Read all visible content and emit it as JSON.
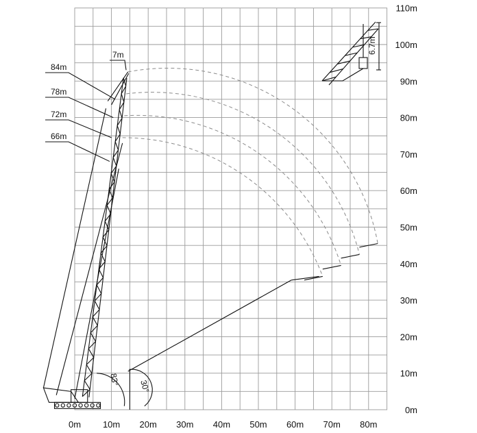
{
  "chart_data": {
    "type": "diagram",
    "x_ticks": [
      "0m",
      "10m",
      "20m",
      "30m",
      "40m",
      "50m",
      "60m",
      "70m",
      "80m"
    ],
    "y_ticks": [
      "0m",
      "10m",
      "20m",
      "30m",
      "40m",
      "50m",
      "60m",
      "70m",
      "80m",
      "90m",
      "100m",
      "110m"
    ],
    "xlim": [
      0,
      85
    ],
    "ylim": [
      0,
      110
    ],
    "grid": true,
    "boom_lengths": [
      {
        "label": "84m"
      },
      {
        "label": "78m"
      },
      {
        "label": "72m"
      },
      {
        "label": "66m"
      }
    ],
    "jib_label": "7m",
    "main_boom_angle_label": "83°",
    "jib_offset_angle_label": "30°",
    "inset_height_label": "6.7m",
    "main_boom": {
      "pivot": [
        3,
        3.5
      ],
      "angle_deg": 83
    },
    "jib_tips": [
      {
        "boom": "84m",
        "tip": [
          14.5,
          92.5
        ],
        "arc_end": [
          82.5,
          45.5
        ]
      },
      {
        "boom": "78m",
        "tip": [
          14.0,
          86.5
        ],
        "arc_end": [
          77.5,
          42.5
        ]
      },
      {
        "boom": "72m",
        "tip": [
          13.5,
          80.5
        ],
        "arc_end": [
          72.5,
          39.5
        ]
      },
      {
        "boom": "66m",
        "tip": [
          13.0,
          74.5
        ],
        "arc_end": [
          67.5,
          36.5
        ]
      }
    ]
  }
}
